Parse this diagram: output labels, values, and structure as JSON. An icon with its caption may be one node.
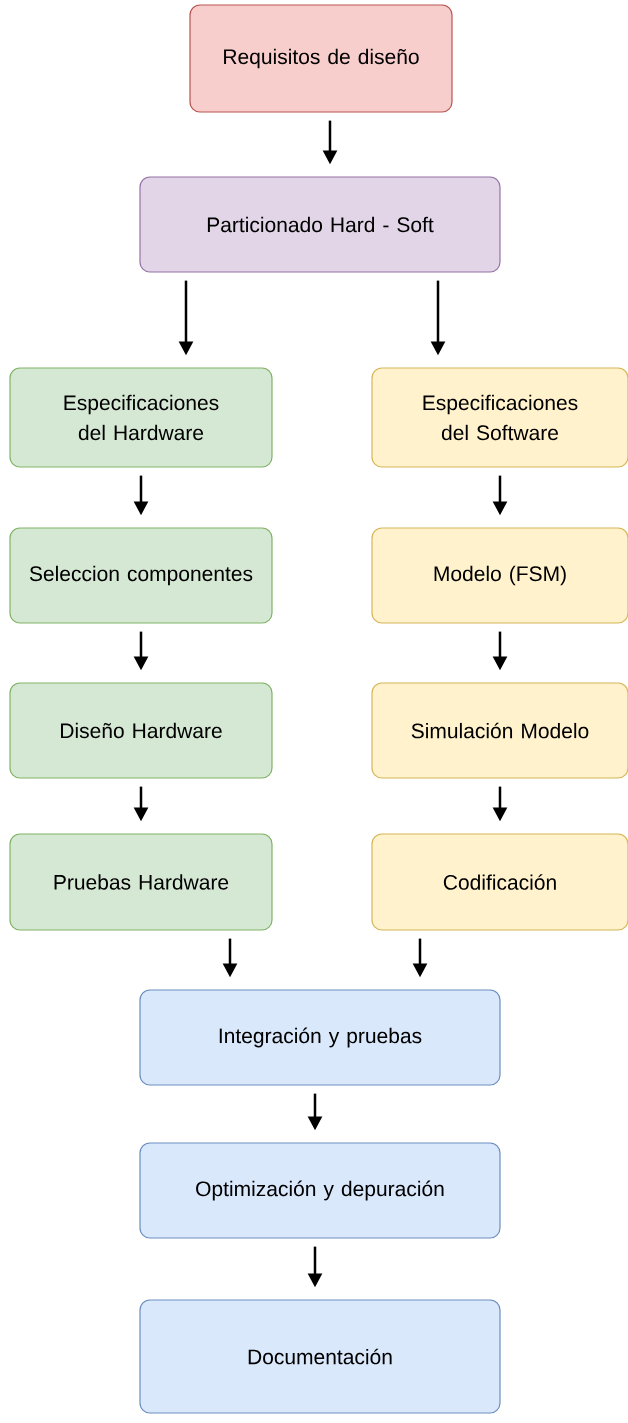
{
  "diagram": {
    "nodes": [
      {
        "text": [
          "Requisitos de diseño"
        ]
      },
      {
        "text": [
          "Particionado Hard - Soft"
        ]
      },
      {
        "text": [
          "Especificaciones del Hardware"
        ]
      },
      {
        "text": [
          "Seleccion componentes"
        ]
      },
      {
        "text": [
          "Diseño Hardware"
        ]
      },
      {
        "text": [
          "Pruebas Hardware"
        ]
      },
      {
        "text": [
          "Especificaciones del Software"
        ]
      },
      {
        "text": [
          "Modelo (FSM)"
        ]
      },
      {
        "text": [
          "Simulación Modelo"
        ]
      },
      {
        "text": [
          "Codificación"
        ]
      },
      {
        "text": [
          "Integración y pruebas"
        ]
      },
      {
        "text": [
          "Optimización y depuración"
        ]
      },
      {
        "text": [
          "Documentación"
        ]
      }
    ],
    "edges": [
      {
        "from": 0,
        "to": 1,
        "arrow": "to"
      },
      {
        "from": 1,
        "to": 2,
        "arrow": "to"
      },
      {
        "from": 1,
        "to": 6,
        "arrow": "to"
      },
      {
        "from": 2,
        "to": 3,
        "arrow": "to"
      },
      {
        "from": 3,
        "to": 4,
        "arrow": "to"
      },
      {
        "from": 4,
        "to": 5,
        "arrow": "to"
      },
      {
        "from": 6,
        "to": 7,
        "arrow": "to"
      },
      {
        "from": 7,
        "to": 8,
        "arrow": "to"
      },
      {
        "from": 8,
        "to": 9,
        "arrow": "to"
      },
      {
        "from": 5,
        "to": 10,
        "arrow": "to"
      },
      {
        "from": 9,
        "to": 10,
        "arrow": "to"
      },
      {
        "from": 10,
        "to": 11,
        "arrow": "to"
      },
      {
        "from": 11,
        "to": 12,
        "arrow": "to"
      }
    ]
  }
}
